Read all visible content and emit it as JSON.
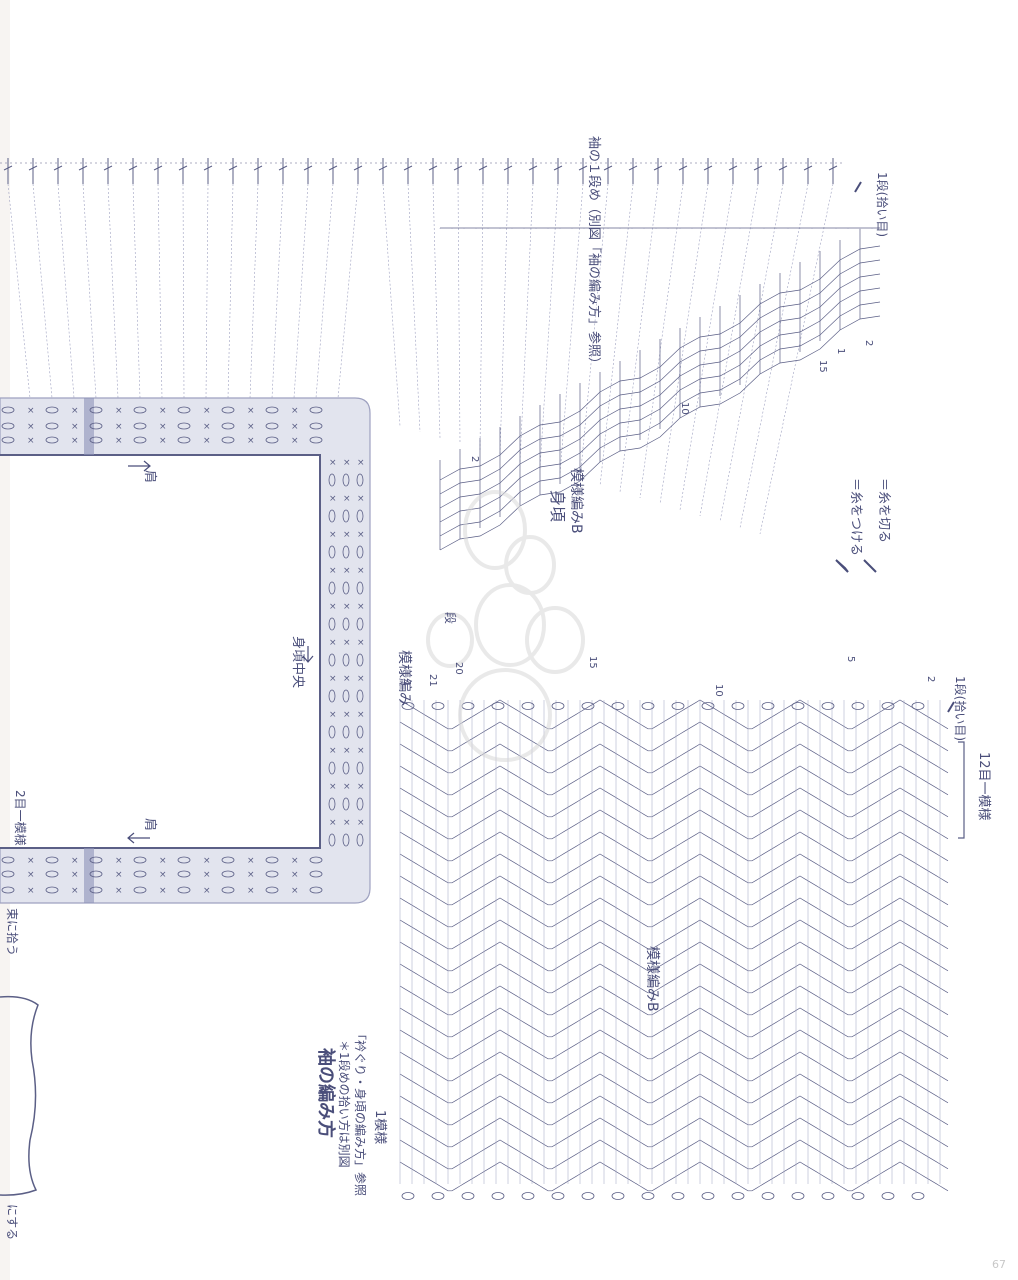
{
  "diagram": {
    "notes": {
      "sleeve_row1": "袖の１段め（別図「袖の編み方」参照）",
      "row1_pickup_top": "1段(拾い目)",
      "row1_pickup_mid": "1段(拾い目)",
      "sleeve_pattern_title": "袖の編み方",
      "sleeve_note_1": "＊1段めの拾い方は別図",
      "sleeve_note_2": "「衿ぐり・身頃の編み方」参照",
      "body_title": "身頃",
      "body_pattern": "模様編みB",
      "pattern_b": "模様編みB",
      "pattern_label": "模様編み",
      "one_repeat": "1模様",
      "twelve_repeat": "12目一模様",
      "two_repeat": "2目一模様",
      "shoulder_top": "肩",
      "shoulder_bottom": "肩",
      "body_center": "身頃中央",
      "yarn_join": "＝糸をつける",
      "yarn_cut": "＝糸を切る",
      "side_text_1": "束に拾う",
      "side_text_2": "にする",
      "row_label_1": "1",
      "row_label_2": "2",
      "row_label_5": "5",
      "row_label_10": "10",
      "row_label_15": "15",
      "row_label_20": "20",
      "row_label_21": "21",
      "row_label_dan": "段",
      "page_number": "67"
    },
    "colors": {
      "ink": "#5b5f86",
      "light_ink": "#9ea1c0",
      "band": "#d8dbe8",
      "band_shadow": "#8e93b9",
      "watermark": "#e6e6e6"
    }
  }
}
